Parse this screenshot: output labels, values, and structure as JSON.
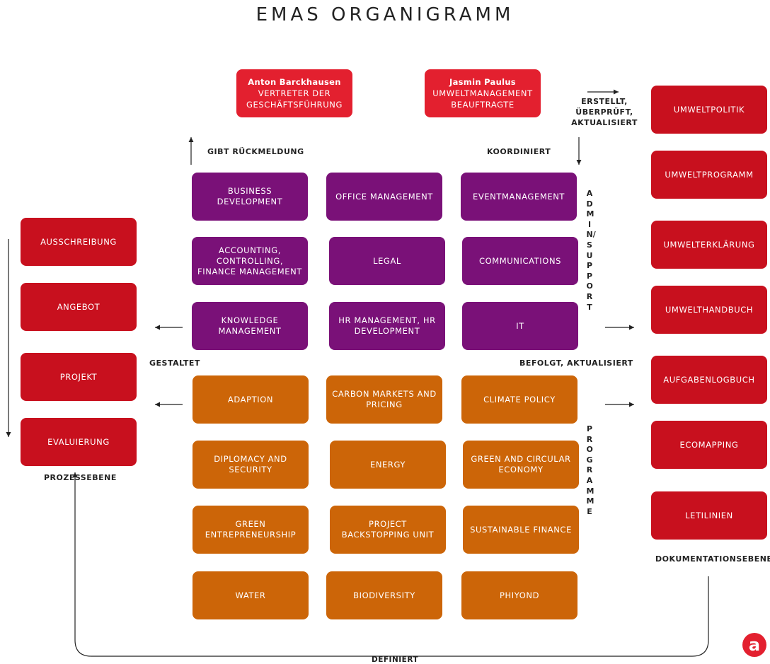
{
  "title": "EMAS ORGANIGRAMM",
  "people": [
    {
      "name": "Anton Barckhausen",
      "role": "VERTRETER DER GESCHÄFTSFÜHRUNG"
    },
    {
      "name": "Jasmin Paulus",
      "role": "UMWELTMANAGEMENT BEAUFTRAGTE"
    }
  ],
  "admin_support": [
    "BUSINESS DEVELOPMENT",
    "OFFICE MANAGEMENT",
    "EVENTMANAGEMENT",
    "ACCOUNTING, CONTROLLING, FINANCE MANAGEMENT",
    "LEGAL",
    "COMMUNICATIONS",
    "KNOWLEDGE MANAGEMENT",
    "HR MANAGEMENT, HR DEVELOPMENT",
    "IT"
  ],
  "programme": [
    "ADAPTION",
    "CARBON MARKETS AND PRICING",
    "CLIMATE POLICY",
    "DIPLOMACY AND SECURITY",
    "ENERGY",
    "GREEN AND CIRCULAR ECONOMY",
    "GREEN ENTREPRENEURSHIP",
    "PROJECT BACKSTOPPING UNIT",
    "SUSTAINABLE FINANCE",
    "WATER",
    "BIODIVERSITY",
    "PHIYOND"
  ],
  "process": [
    "AUSSCHREIBUNG",
    "ANGEBOT",
    "PROJEKT",
    "EVALUIERUNG"
  ],
  "documentation": [
    "UMWELTPOLITIK",
    "UMWELTPROGRAMM",
    "UMWELTERKLÄRUNG",
    "UMWELTHANDBUCH",
    "AUFGABENLOGBUCH",
    "ECOMAPPING",
    "LETILINIEN"
  ],
  "labels": {
    "gibt_rueckmeldung": "GIBT RÜCKMELDUNG",
    "koordiniert": "KOORDINIERT",
    "erstellt": "ERSTELLT, ÜBERPRÜFT, AKTUALISIERT",
    "gestaltet": "GESTALTET",
    "befolgt": "BEFOLGT, AKTUALISIERT",
    "admin_support": "ADMIN/SUPPORT",
    "programme": "PROGRAMME",
    "prozessebene": "PROZESSEBENE",
    "dokumentationsebene": "DOKUMENTATIONSEBENE",
    "definiert": "DEFINIERT"
  },
  "logo": {
    "letter": "a"
  },
  "colors": {
    "red": "#c8101e",
    "pink": "#e3202f",
    "purple": "#7a1178",
    "orange": "#cc6508"
  }
}
